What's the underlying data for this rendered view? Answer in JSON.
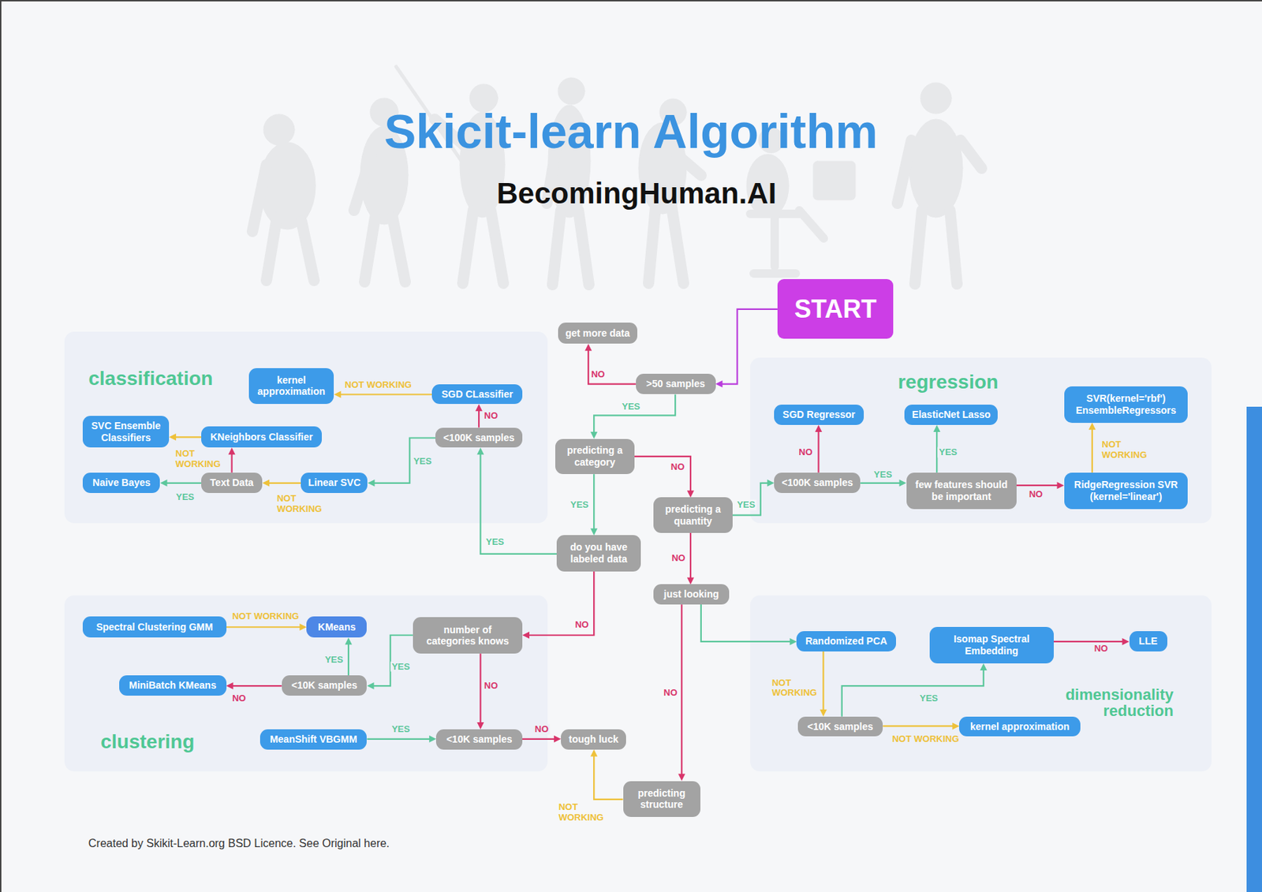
{
  "diagram": {
    "title": "Skicit-learn Algorithm",
    "caption": "Created by Skikit-Learn.org BSD Licence. See Original here.",
    "nodes": [
      {
        "text": [
          "START"
        ]
      },
      {
        "text": [
          "get more data"
        ]
      },
      {
        "text": [
          ">50 samples"
        ]
      },
      {
        "text": [
          "classification"
        ]
      },
      {
        "text": [
          "kernel approximation"
        ],
        "in": 3
      },
      {
        "text": [
          "SGD CLassifier"
        ],
        "in": 3
      },
      {
        "text": [
          "SVC Ensemble Classifiers"
        ],
        "in": 3
      },
      {
        "text": [
          "KNeighbors Classifier"
        ],
        "in": 3
      },
      {
        "text": [
          "<100K samples"
        ],
        "in": 3
      },
      {
        "text": [
          "Naive Bayes"
        ],
        "in": 3
      },
      {
        "text": [
          "Text Data"
        ],
        "in": 3
      },
      {
        "text": [
          "Linear SVC"
        ],
        "in": 3
      },
      {
        "text": [
          "regression"
        ]
      },
      {
        "text": [
          "SGD Regressor"
        ],
        "in": 12
      },
      {
        "text": [
          "ElasticNet Lasso"
        ],
        "in": 12
      },
      {
        "text": [
          "SVR(kernel='rbf') EnsembleRegressors"
        ],
        "in": 12
      },
      {
        "text": [
          "<100K samples"
        ],
        "in": 12
      },
      {
        "text": [
          "few features should be important"
        ],
        "in": 12
      },
      {
        "text": [
          "RidgeRegression SVR (kernel='linear')"
        ],
        "in": 12
      },
      {
        "text": [
          "predicting a category"
        ]
      },
      {
        "text": [
          "predicting a quantity"
        ]
      },
      {
        "text": [
          "do you have labeled data"
        ]
      },
      {
        "text": [
          "just looking"
        ]
      },
      {
        "text": [
          "clustering"
        ]
      },
      {
        "text": [
          "Spectral Clustering GMM"
        ],
        "in": 23
      },
      {
        "text": [
          "KMeans"
        ],
        "in": 23
      },
      {
        "text": [
          "number of categories knows"
        ],
        "in": 23
      },
      {
        "text": [
          "MiniBatch KMeans"
        ],
        "in": 23
      },
      {
        "text": [
          "<10K samples"
        ],
        "in": 23
      },
      {
        "text": [
          "MeanShift VBGMM"
        ],
        "in": 23
      },
      {
        "text": [
          "<10K samples"
        ],
        "in": 23
      },
      {
        "text": [
          "dimensionality reduction"
        ]
      },
      {
        "text": [
          "Randomized PCA"
        ],
        "in": 31
      },
      {
        "text": [
          "Isomap Spectral Embedding"
        ],
        "in": 31
      },
      {
        "text": [
          "LLE"
        ],
        "in": 31
      },
      {
        "text": [
          "<10K samples"
        ],
        "in": 31
      },
      {
        "text": [
          "kernel approximation"
        ],
        "in": 31
      },
      {
        "text": [
          "tough luck"
        ]
      },
      {
        "text": [
          "predicting structure"
        ]
      }
    ],
    "edges": [
      {
        "from": 0,
        "to": 2,
        "arrow": "to"
      },
      {
        "from": 2,
        "to": 1,
        "label": "NO",
        "arrow": "to"
      },
      {
        "from": 2,
        "to": 19,
        "label": "YES",
        "arrow": "to"
      },
      {
        "from": 19,
        "to": 21,
        "label": "YES",
        "arrow": "to"
      },
      {
        "from": 19,
        "to": 20,
        "label": "NO",
        "arrow": "to"
      },
      {
        "from": 21,
        "to": 8,
        "label": "YES",
        "arrow": "to"
      },
      {
        "from": 21,
        "to": 26,
        "label": "NO",
        "arrow": "to"
      },
      {
        "from": 8,
        "to": 5,
        "label": "NO",
        "arrow": "to"
      },
      {
        "from": 8,
        "to": 11,
        "label": "YES",
        "arrow": "to"
      },
      {
        "from": 5,
        "to": 4,
        "label": "NOT WORKING",
        "arrow": "to"
      },
      {
        "from": 11,
        "to": 10,
        "label": "NOT WORKING",
        "arrow": "to"
      },
      {
        "from": 10,
        "to": 9,
        "label": "YES",
        "arrow": "to"
      },
      {
        "from": 10,
        "to": 7,
        "arrow": "to"
      },
      {
        "from": 7,
        "to": 6,
        "label": "NOT WORKING",
        "arrow": "to"
      },
      {
        "from": 20,
        "to": 16,
        "label": "YES",
        "arrow": "to"
      },
      {
        "from": 20,
        "to": 22,
        "label": "NO",
        "arrow": "to"
      },
      {
        "from": 16,
        "to": 13,
        "label": "NO",
        "arrow": "to"
      },
      {
        "from": 16,
        "to": 17,
        "label": "YES",
        "arrow": "to"
      },
      {
        "from": 17,
        "to": 14,
        "label": "YES",
        "arrow": "to"
      },
      {
        "from": 17,
        "to": 18,
        "label": "NO",
        "arrow": "to"
      },
      {
        "from": 18,
        "to": 15,
        "label": "NOT WORKING",
        "arrow": "to"
      },
      {
        "from": 26,
        "to": 28,
        "label": "YES",
        "arrow": "to"
      },
      {
        "from": 26,
        "to": 30,
        "label": "NO",
        "arrow": "to"
      },
      {
        "from": 28,
        "to": 25,
        "label": "YES",
        "arrow": "to"
      },
      {
        "from": 28,
        "to": 27,
        "label": "NO",
        "arrow": "to"
      },
      {
        "from": 24,
        "to": 25,
        "label": "NOT WORKING",
        "arrow": "to"
      },
      {
        "from": 29,
        "to": 30,
        "label": "YES",
        "arrow": "to"
      },
      {
        "from": 30,
        "to": 37,
        "label": "NO",
        "arrow": "to"
      },
      {
        "from": 38,
        "to": 37,
        "label": "NOT WORKING",
        "arrow": "to"
      },
      {
        "from": 22,
        "to": 38,
        "label": "NO",
        "arrow": "to"
      },
      {
        "from": 22,
        "to": 32,
        "arrow": "to"
      },
      {
        "from": 32,
        "to": 35,
        "label": "NOT WORKING",
        "arrow": "to"
      },
      {
        "from": 35,
        "to": 33,
        "label": "YES",
        "arrow": "to"
      },
      {
        "from": 35,
        "to": 36,
        "label": "NOT WORKING",
        "arrow": "to"
      },
      {
        "from": 33,
        "to": 34,
        "label": "NO",
        "arrow": "to"
      }
    ],
    "labels": [
      "BecomingHuman.AI"
    ]
  }
}
